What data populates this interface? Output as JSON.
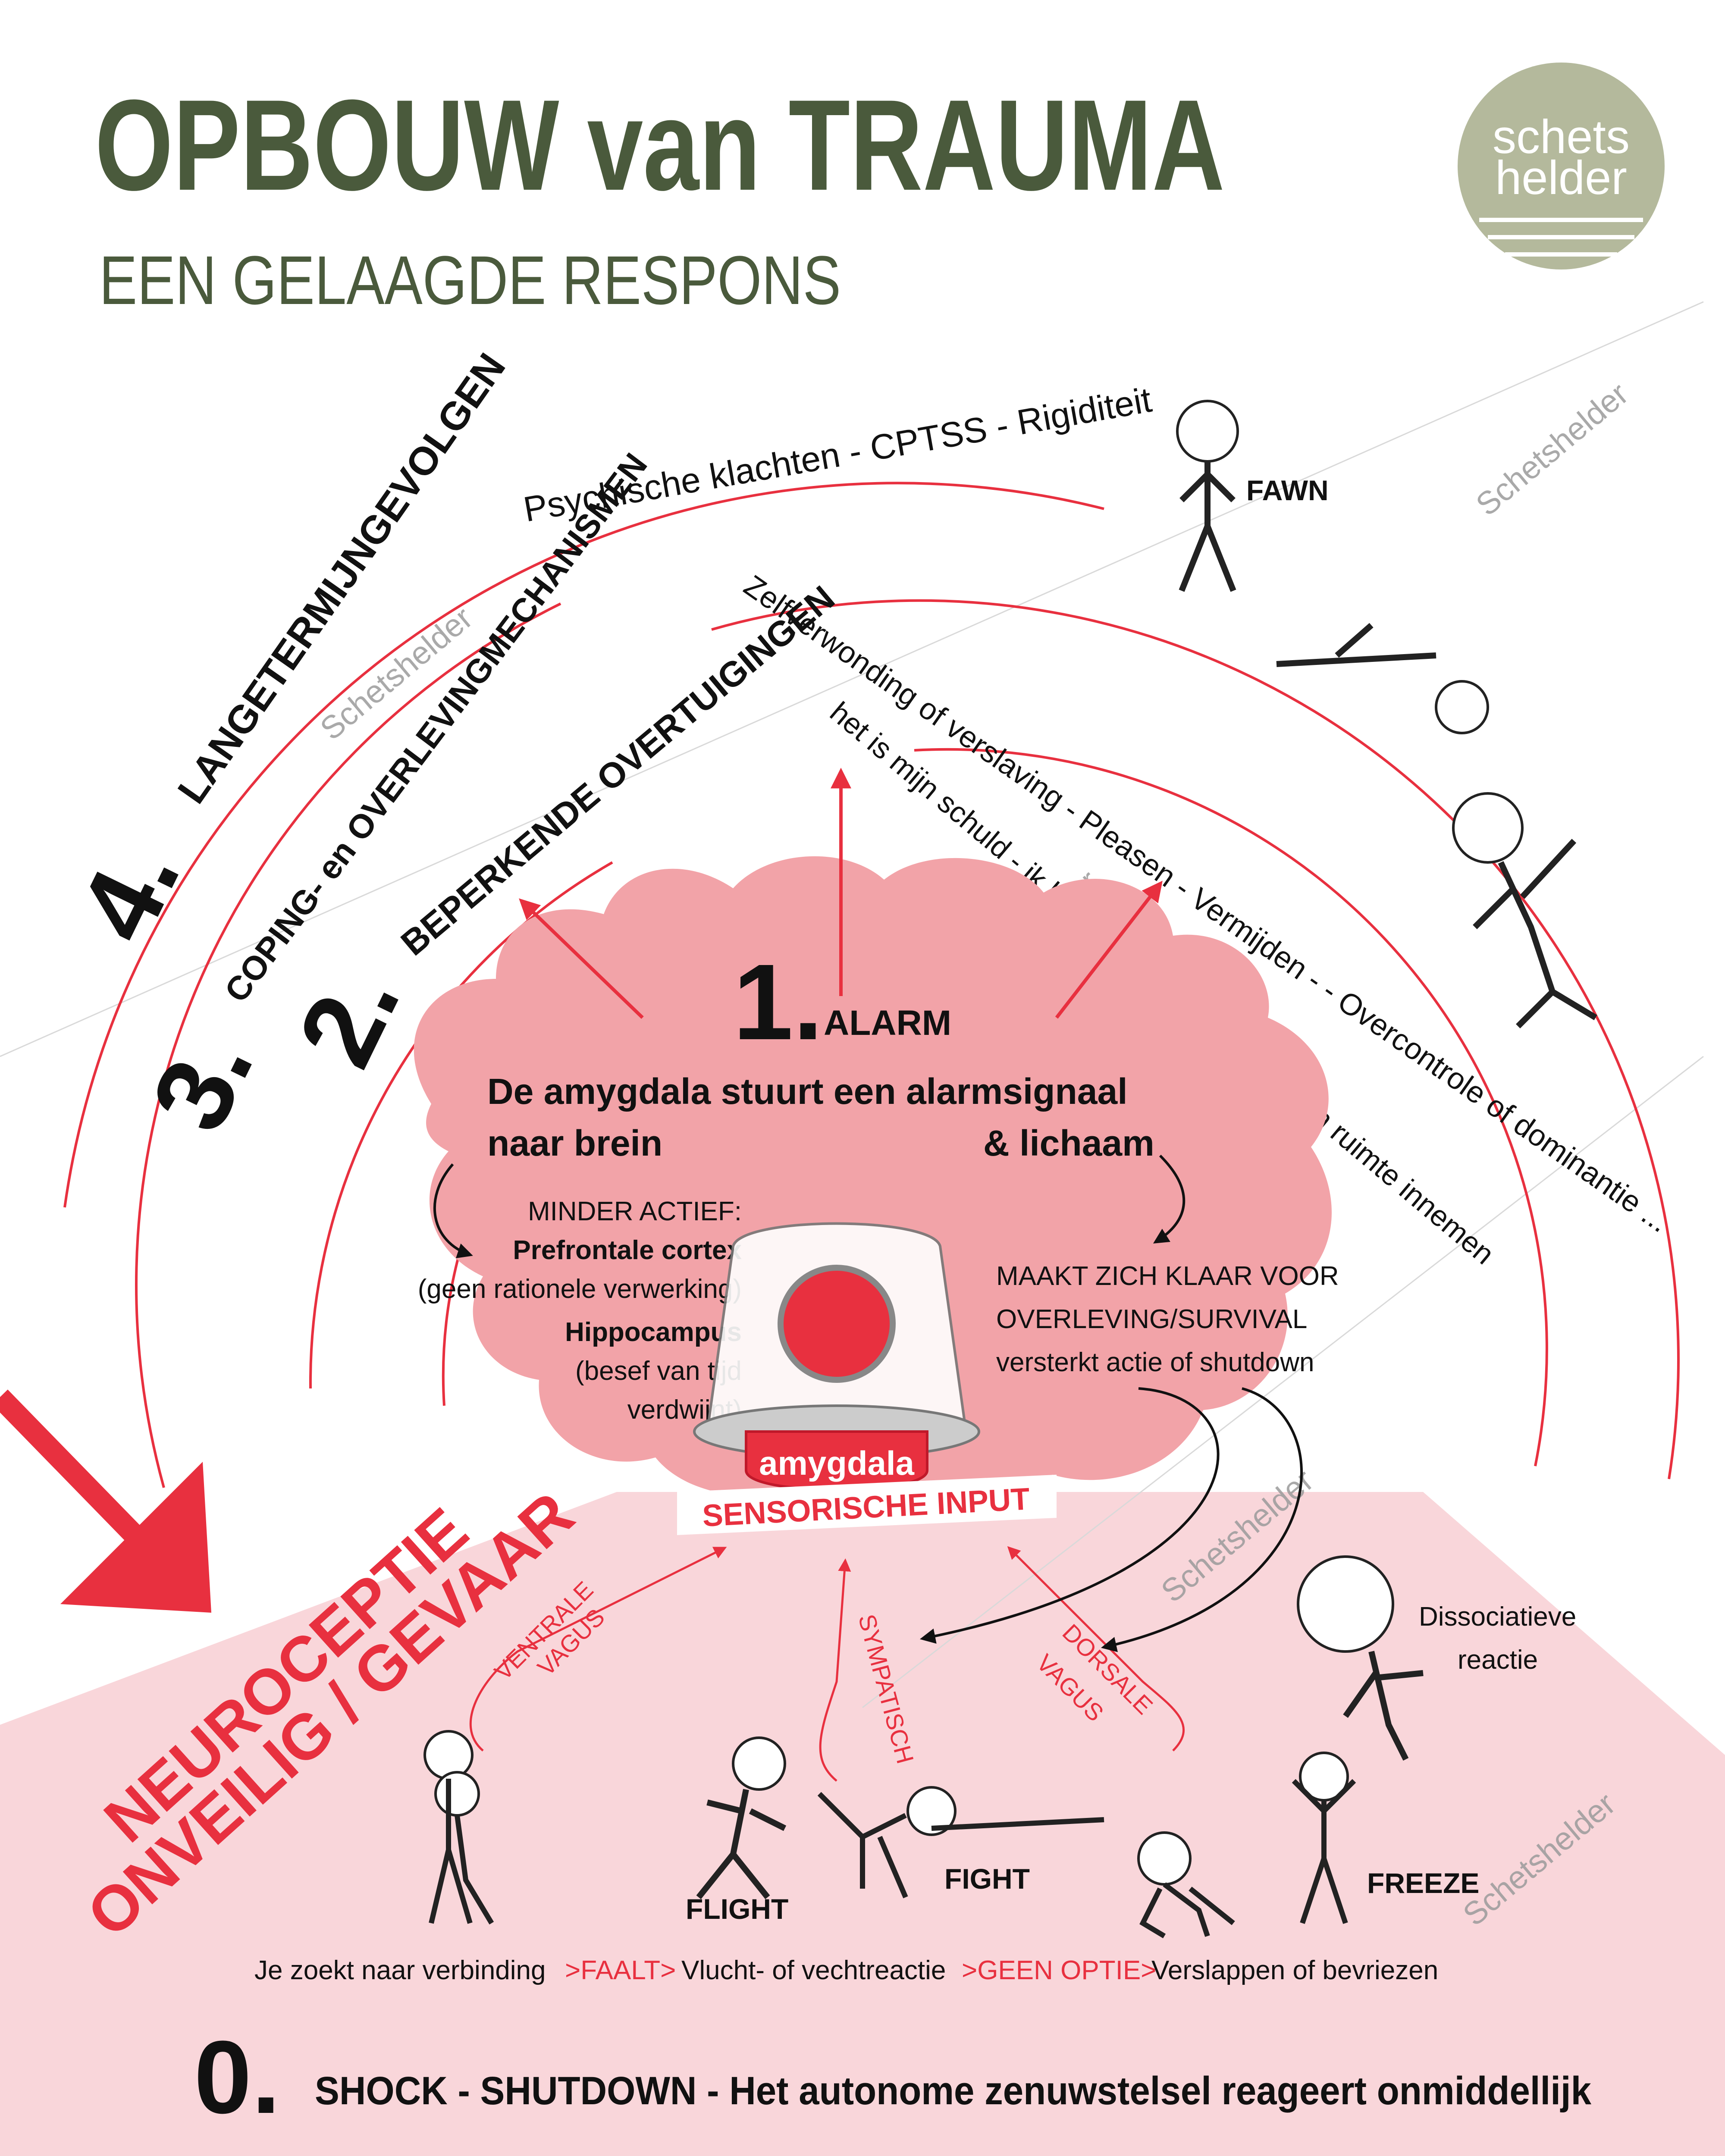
{
  "header": {
    "title": "OPBOUW van TRAUMA",
    "subtitle": "EEN GELAAGDE RESPONS"
  },
  "logo": {
    "line1": "schets",
    "line2": "helder"
  },
  "watermark": {
    "text": "Schetshelder"
  },
  "layer4": {
    "number": "4.",
    "label": "LANGETERMIJNGEVOLGEN",
    "items": "Psychische klachten  -  CPTSS -  Rigiditeit"
  },
  "layer3": {
    "number": "3.",
    "label": "COPING- en OVERLEVINGMECHANISMEN",
    "items": "Zelfverwonding of verslaving - Pleasen - Vermijden -  - Overcontrole of dominantie ..."
  },
  "layer2": {
    "number": "2.",
    "label": "BEPERKENDE OVERTUIGINGEN",
    "items": "het is mijn schuld - ik ben niet veilig - ik mag geen ruimte innemen"
  },
  "alarm": {
    "number": "1.",
    "label": "ALARM",
    "line1": "De amygdala stuurt een alarmsignaal",
    "line2a": "naar brein",
    "line2b": "& lichaam",
    "left": [
      "MINDER ACTIEF:",
      "Prefrontale cortex",
      "(geen rationele verwerking)",
      "Hippocampus",
      "(besef van tijd",
      "verdwijnt)"
    ],
    "right": [
      "MAAKT ZICH KLAAR VOOR",
      "OVERLEVING/SURVIVAL",
      "versterkt actie of shutdown"
    ],
    "amygdala": "amygdala",
    "sensory": "SENSORISCHE INPUT"
  },
  "neuroception": {
    "line1": "NEUROCEPTIE",
    "line2": "ONVEILIG / GEVAAR"
  },
  "paths": {
    "ventral": [
      "VENTRALE",
      "VAGUS"
    ],
    "sympathetic": "SYMPATISCH",
    "dorsal": [
      "DORSALE",
      "VAGUS"
    ]
  },
  "responses": {
    "fawn": "FAWN",
    "flight": "FLIGHT",
    "fight": "FIGHT",
    "freeze": "FREEZE",
    "dissociative": [
      "Dissociatieve",
      "reactie"
    ]
  },
  "bottom_flow": {
    "step1": "Je zoekt naar verbinding",
    "sep1": ">FAALT>",
    "step2": "Vlucht- of vechtreactie",
    "sep2": ">GEEN OPTIE>",
    "step3": "Verslappen of bevriezen"
  },
  "shock": {
    "number": "0.",
    "text": "SHOCK - SHUTDOWN - Het autonome zenuwstelsel reageert onmiddellijk"
  },
  "colors": {
    "title_green": "#4a5a3c",
    "accent_red": "#e8303f",
    "brain_pink": "#f2a3a8",
    "base_pink": "#f9d6da",
    "logo_green": "#b4b99c"
  }
}
